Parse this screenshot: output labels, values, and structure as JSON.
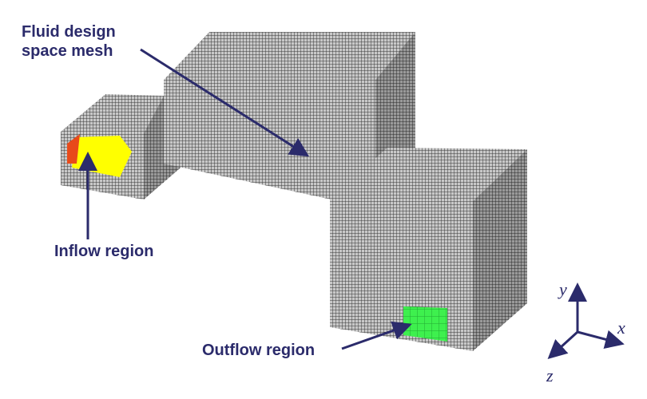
{
  "labels": {
    "fluid_mesh": [
      "Fluid design",
      "space mesh"
    ],
    "inflow": "Inflow region",
    "outflow": "Outflow region"
  },
  "axes": {
    "x": "x",
    "y": "y",
    "z": "z"
  },
  "colors": {
    "annotation": "#2b2b6b",
    "mesh": "#8a8a8a",
    "inflow": "#ffff00",
    "inflow_edge": "#e84a1a",
    "outflow": "#33ee44"
  }
}
